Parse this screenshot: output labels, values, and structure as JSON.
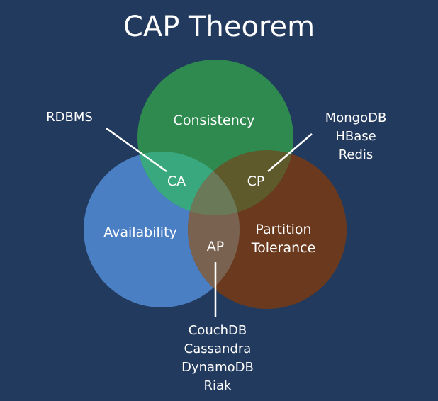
{
  "title": "CAP Theorem",
  "circles": {
    "consistency": {
      "label": "Consistency",
      "color": "#2e8a4e"
    },
    "availability": {
      "label": "Availability",
      "color": "#4a7fc4"
    },
    "partition": {
      "label_lines": [
        "Partition",
        "Tolerance"
      ],
      "color": "#6b3a1e"
    }
  },
  "intersections": {
    "ca": "CA",
    "cp": "CP",
    "ap": "AP"
  },
  "examples": {
    "ca": [
      "RDBMS"
    ],
    "cp": [
      "MongoDB",
      "HBase",
      "Redis"
    ],
    "ap": [
      "CouchDB",
      "Cassandra",
      "DynamoDB",
      "Riak"
    ]
  },
  "colors": {
    "background": "#223a5e",
    "text": "#ffffff"
  }
}
